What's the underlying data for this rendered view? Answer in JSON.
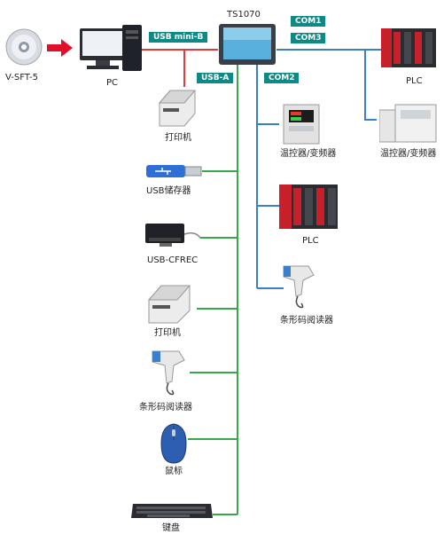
{
  "labels": {
    "vsft": "V-SFT-5",
    "pc": "PC",
    "ts": "TS1070",
    "plc_top": "PLC",
    "temp_ctrl_right": "温控器/变频器",
    "temp_ctrl_mid": "温控器/变频器",
    "plc_mid": "PLC",
    "barcode_right": "条形码阅读器",
    "printer_top": "打印机",
    "usb_storage": "USB储存器",
    "usb_cfrec": "USB-CFREC",
    "printer_bottom": "打印机",
    "barcode_left": "条形码阅读器",
    "mouse": "鼠标",
    "keyboard": "键盘"
  },
  "tags": {
    "usb_mini_b": "USB mini-B",
    "usb_a": "USB-A",
    "com1": "COM1",
    "com3": "COM3",
    "com2": "COM2"
  },
  "colors": {
    "tag_bg": "#0d8a86",
    "red_line": "#e03a3a",
    "green_line": "#3aa64a",
    "blue_line": "#3a7fc8",
    "arrow": "#e0102a"
  },
  "icons": [
    "cd-icon",
    "arrow-icon",
    "pc-icon",
    "touch-panel-icon",
    "plc-icon",
    "temp-controller-icon",
    "printer-icon",
    "usb-drive-icon",
    "cf-reader-icon",
    "barcode-reader-icon",
    "mouse-icon",
    "keyboard-icon"
  ]
}
